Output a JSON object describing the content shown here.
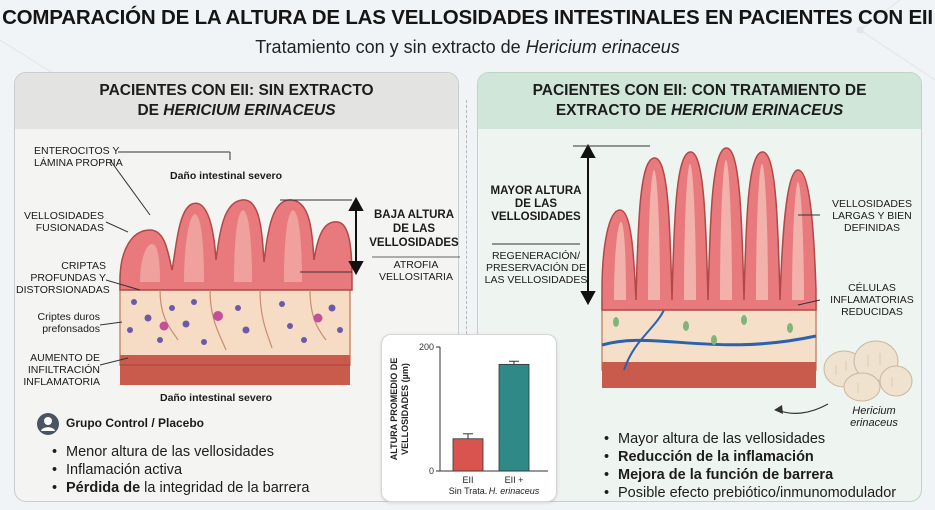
{
  "title": "COMPARACIÓN DE LA ALTURA DE LAS VELLOSIDADES INTESTINALES EN PACIENTES CON EII",
  "subtitle_prefix": "Tratamiento con y sin extracto de ",
  "subtitle_italic": "Hericium erinaceus",
  "left": {
    "header_line1": "PACIENTES CON EII: SIN EXTRACTO",
    "header_line2_prefix": "DE ",
    "header_line2_italic": "HERICIUM ERINACEUS",
    "labels": {
      "enterocitos": "ENTEROCITOS Y LÁMINA PROPRIA",
      "dano_top": "Daño intestinal severo",
      "fusionadas": "VELLOSIDADES FUSIONADAS",
      "criptas": "CRIPTAS PROFUNDAS Y DISTORSIONADAS",
      "criptes": "Criptes duros prefonsados",
      "aumento": "AUMENTO DE INFILTRACIÓN INFLAMATORIA",
      "baja": "BAJA ALTURA DE LAS VELLOSIDADES",
      "atrofia": "ATROFIA VELLOSITARIA",
      "dano_bottom": "Daño intestinal severo"
    },
    "group_label": "Grupo Control / Placebo",
    "bullets": [
      {
        "bold": "",
        "text": "Menor altura de las vellosidades"
      },
      {
        "bold": "",
        "text": "Inflamación activa"
      },
      {
        "bold": "Pérdida de",
        "text": " la integridad de la barrera"
      }
    ]
  },
  "right": {
    "header_line1": "PACIENTES CON EII: CON TRATAMIENTO DE",
    "header_line2_prefix": "EXTRACTO DE ",
    "header_line2_italic": "HERICIUM ERINACEUS",
    "labels": {
      "mayor": "MAYOR ALTURA DE LAS VELLOSIDADES",
      "regeneracion": "REGENERACIÓN/ PRESERVACIÓN DE LAS VELLOSIDADES",
      "largas": "VELLOSIDADES LARGAS Y BIEN DEFINIDAS",
      "celulas": "CÉLULAS INFLAMATORIAS REDUCIDAS",
      "hericium": "Hericium erinaceus"
    },
    "bullets": [
      {
        "bold": "",
        "text": "Mayor altura de las vellosidades"
      },
      {
        "bold": "Reducción de la inflamación",
        "text": ""
      },
      {
        "bold": "Mejora de la función de barrera",
        "text": ""
      },
      {
        "bold": "",
        "text": "Posible efecto prebiótico/inmunomodulador"
      }
    ]
  },
  "chart_data": {
    "type": "bar",
    "ylabel": "ALTURA PROMEDIO DE VELLOSIDADES (µm)",
    "ylim": [
      0,
      200
    ],
    "yticks": [
      "0",
      "200"
    ],
    "categories": [
      "EII Sin Trata.",
      "EII + H. erinaceus"
    ],
    "category_line1": [
      "EII",
      "EII +"
    ],
    "category_line2": [
      "Sin Trata.",
      "H. erinaceus"
    ],
    "values": [
      52,
      172
    ],
    "errors": [
      8,
      5
    ],
    "colors": [
      "#d9534f",
      "#2f8a87"
    ]
  }
}
